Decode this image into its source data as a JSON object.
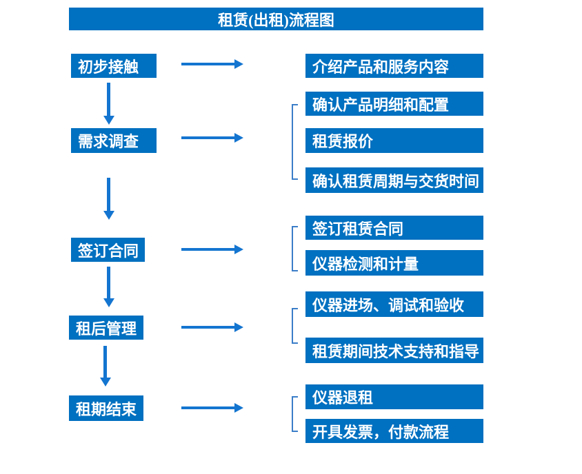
{
  "title": "租赁(出租)流程图",
  "colors": {
    "box_blue": "#0070C0",
    "arrow_blue": "#1475D0",
    "bracket_blue": "#3A7DC8",
    "text_white": "#FFFFFF",
    "background": "#FFFFFF"
  },
  "steps": [
    {
      "label": "初步接触",
      "children": [
        "介绍产品和服务内容"
      ]
    },
    {
      "label": "需求调查",
      "children": [
        "确认产品明细和配置",
        "租赁报价",
        "确认租赁周期与交货时间"
      ]
    },
    {
      "label": "签订合同",
      "children": [
        "签订租赁合同",
        "仪器检测和计量"
      ]
    },
    {
      "label": "租后管理",
      "children": [
        "仪器进场、调试和验收",
        "租赁期间技术支持和指导"
      ]
    },
    {
      "label": "租期结束",
      "children": [
        "仪器退租",
        "开具发票，付款流程"
      ]
    }
  ]
}
